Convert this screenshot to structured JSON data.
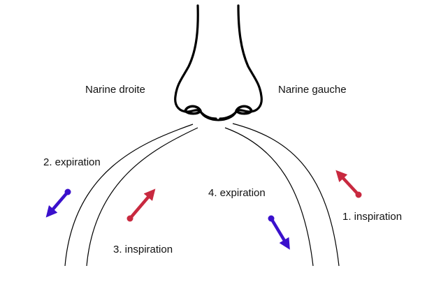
{
  "labels": {
    "right_nostril": "Narine droite",
    "left_nostril": "Narine gauche",
    "step_1": "1. inspiration",
    "step_2": "2. expiration",
    "step_3": "3.  inspiration",
    "step_4": "4. expiration"
  },
  "colors": {
    "inspiration": "#c8293f",
    "expiration": "#3a10cc",
    "outline": "#000000"
  },
  "arrows": [
    {
      "step": 1,
      "kind": "inspiration",
      "direction": "up-left"
    },
    {
      "step": 2,
      "kind": "expiration",
      "direction": "down-left"
    },
    {
      "step": 3,
      "kind": "inspiration",
      "direction": "up-right"
    },
    {
      "step": 4,
      "kind": "expiration",
      "direction": "down-right"
    }
  ]
}
